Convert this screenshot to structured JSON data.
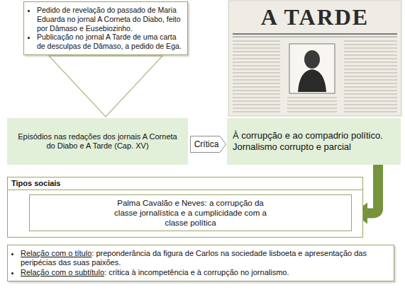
{
  "diagram": {
    "nodes": [
      {
        "text": [
          "Pedido de revelação do passado de Maria Eduarda no jornal A Corneta do Diabo, feito por Dâmaso e Eusebiozinho.",
          "Publicação no jornal A Tarde de uma carta de desculpas de Dâmaso, a pedido de Ega."
        ]
      },
      {
        "text": [
          "Episódios nas redações dos jornais A Corneta do Diabo e A Tarde (Cap. XV)"
        ]
      },
      {
        "text": [
          "Crítica"
        ]
      },
      {
        "text": [
          "À corrupção e ao compadrio político. Jornalismo corrupto e parcial"
        ]
      },
      {
        "text": [
          "Tipos sociais"
        ]
      },
      {
        "text": [
          "Palma Cavalão e Neves: a corrupção da classe jornalística e a cumplicidade com a classe política"
        ],
        "in": 4
      },
      {
        "text": [
          "Relação com o título",
          ": preponderância da figura de Carlos na sociedade lisboeta e apresentação das peripécias das suas paixões.",
          "Relação com o subtítulo",
          ": crítica à incompetência e à corrupção no jornalismo."
        ]
      }
    ],
    "edges": [
      {
        "from": 0,
        "to": 1,
        "arrow": "to"
      },
      {
        "from": 3,
        "to": 5,
        "arrow": "to"
      }
    ],
    "labels": [
      "A TARDE"
    ]
  }
}
